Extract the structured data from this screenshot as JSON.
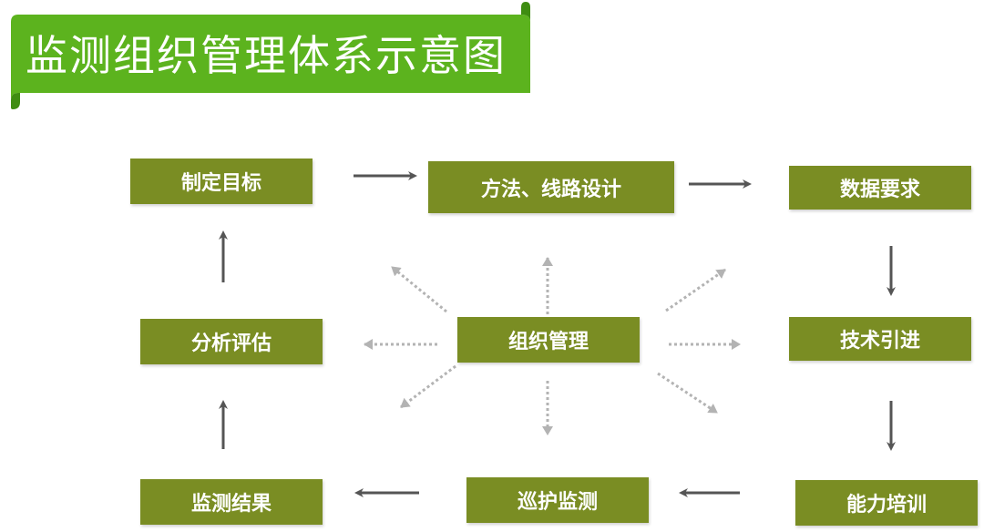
{
  "title": "监测组织管理体系示意图",
  "colors": {
    "banner": "#5cb31e",
    "banner_shadow": "#3f8d12",
    "node_fill": "#7a8d23",
    "node_text": "#ffffff",
    "cycle_arrow": "#555555",
    "dotted_arrow": "#b3b3b3"
  },
  "nodes": {
    "set_goals": "制定目标",
    "method_route_design": "方法、线路设计",
    "data_requirements": "数据要求",
    "technology_introduction": "技术引进",
    "capacity_training": "能力培训",
    "patrol_monitoring": "巡护监测",
    "monitoring_results": "监测结果",
    "analysis_evaluation": "分析评估",
    "organization_management": "组织管理"
  },
  "cycle_order": [
    "制定目标",
    "方法、线路设计",
    "数据要求",
    "技术引进",
    "能力培训",
    "巡护监测",
    "监测结果",
    "分析评估",
    "制定目标"
  ],
  "hub": "组织管理",
  "hub_arrow_directions": [
    "up-left",
    "up",
    "up-right",
    "left",
    "right",
    "down-left",
    "down",
    "down-right"
  ]
}
